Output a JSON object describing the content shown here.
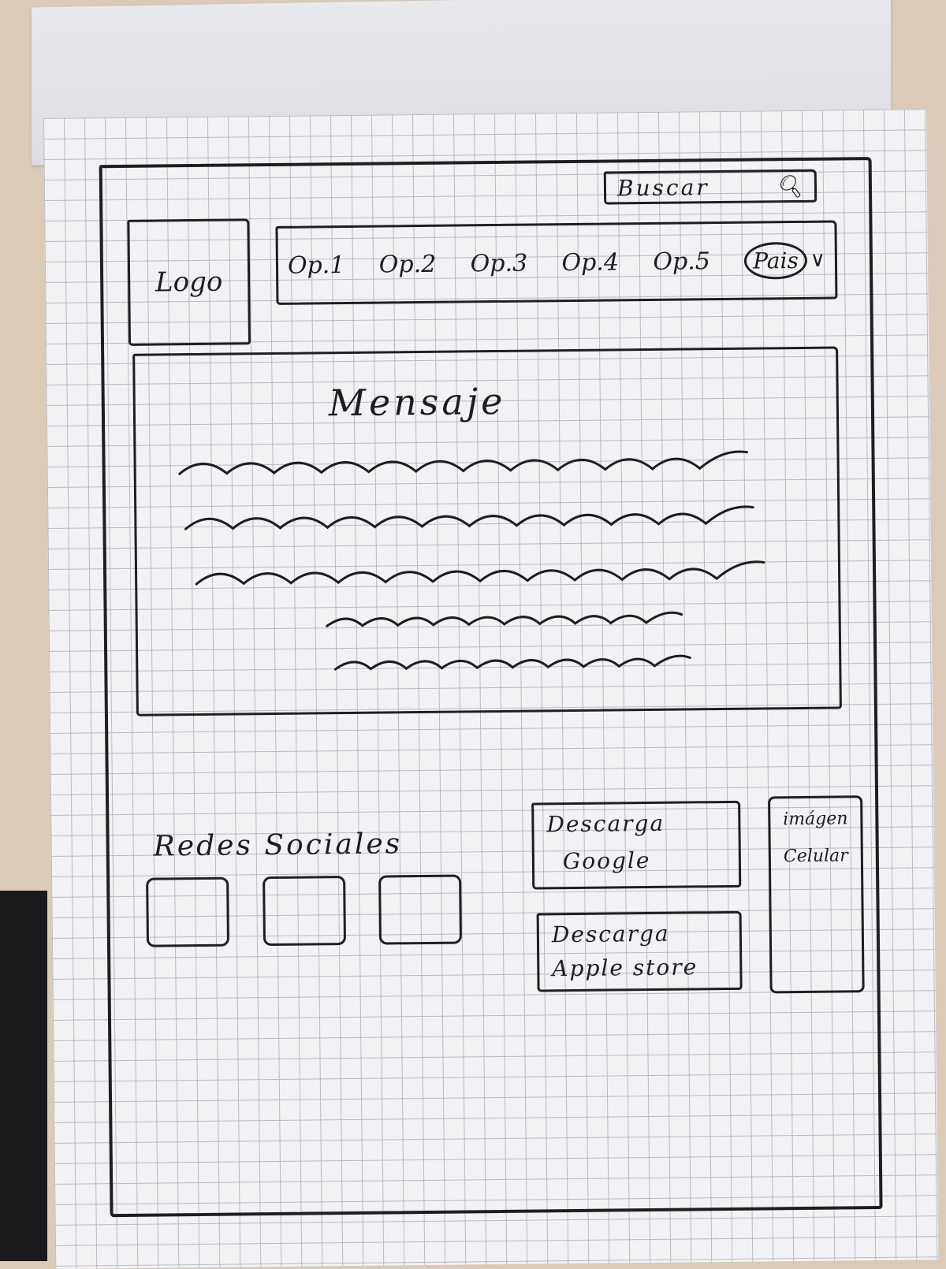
{
  "search": {
    "label": "Buscar",
    "icon": "search-icon"
  },
  "header": {
    "logo": "Logo",
    "nav_items": [
      "Op.1",
      "Op.2",
      "Op.3",
      "Op.4",
      "Op.5"
    ],
    "country_label": "Pais",
    "country_icon": "chevron-down-icon"
  },
  "message": {
    "title": "Mensaje"
  },
  "social": {
    "title": "Redes Sociales",
    "icons": [
      "social-icon",
      "social-icon",
      "social-icon"
    ]
  },
  "downloads": {
    "google": [
      "Descarga",
      "Google"
    ],
    "apple": [
      "Descarga",
      "Apple store"
    ]
  },
  "phone": {
    "lines": [
      "imágen",
      "Celular"
    ]
  }
}
